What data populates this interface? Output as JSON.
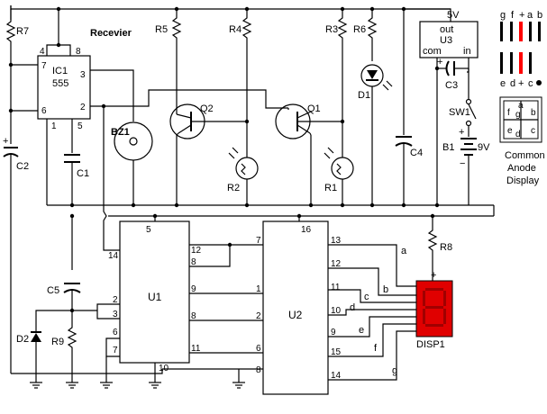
{
  "components": {
    "r7": "R7",
    "r5": "R5",
    "r4": "R4",
    "r3": "R3",
    "r6": "R6",
    "r2": "R2",
    "r1": "R1",
    "r8": "R8",
    "r9": "R9",
    "c1": "C1",
    "c2": "C2",
    "c3": "C3",
    "c4": "C4",
    "c5": "C5",
    "d1": "D1",
    "d2": "D2",
    "q1": "Q1",
    "q2": "Q2",
    "bz1": "BZ1",
    "b1": "B1",
    "b1_voltage": "9V",
    "sw1": "SW1",
    "u1": "U1",
    "u2": "U2",
    "disp1": "DISP1"
  },
  "ic1": {
    "name": "IC1",
    "type": "555",
    "title": "Recevier",
    "pins": {
      "p1": "1",
      "p2": "2",
      "p3": "3",
      "p4": "4",
      "p5": "5",
      "p6": "6",
      "p7": "7",
      "p8": "8"
    }
  },
  "u3": {
    "name": "U3",
    "voltage": "5V",
    "out": "out",
    "com": "com",
    "in": "in"
  },
  "u1_pins": {
    "p2": "2",
    "p3": "3",
    "p5": "5",
    "p6": "6",
    "p7": "7",
    "p8": "8",
    "p9": "9",
    "p10": "10",
    "p11": "11",
    "p12": "12",
    "p14": "14"
  },
  "u2_pins": {
    "p1": "1",
    "p2": "2",
    "p6": "6",
    "p7": "7",
    "p8": "8",
    "p9": "9",
    "p10": "10",
    "p11": "11",
    "p12": "12",
    "p13": "13",
    "p14": "14",
    "p15": "15",
    "p16": "16"
  },
  "segment_labels": {
    "a": "a",
    "b": "b",
    "c": "c",
    "d": "d",
    "e": "e",
    "f": "f",
    "g": "g"
  },
  "plus_sign": "+",
  "battery_plus": "+",
  "battery_minus": "−",
  "legend": {
    "top_left": "g",
    "top_f": "f",
    "top_plus": "+",
    "top_a": "a",
    "top_b": "b",
    "bottom_e": "e",
    "bottom_d": "d",
    "bottom_plus": "+",
    "bottom_c": "c",
    "caption_line1": "Common",
    "caption_line2": "Anode",
    "caption_line3": "Display",
    "seg_a": "a",
    "seg_b": "b",
    "seg_c": "c",
    "seg_d": "d",
    "seg_e": "e",
    "seg_f": "f",
    "seg_g": "g"
  },
  "colors": {
    "segment": "#e00000",
    "wire": "#000000"
  }
}
